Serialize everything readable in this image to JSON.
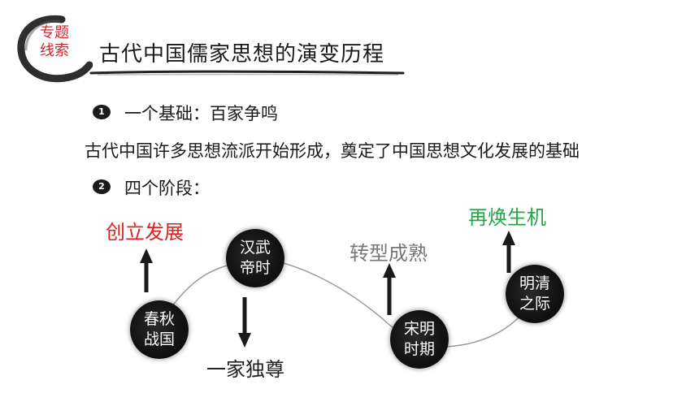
{
  "header": {
    "badge_line1": "专题",
    "badge_line2": "线索",
    "title": "古代中国儒家思想的演变历程"
  },
  "points": {
    "bullet1_number": "1",
    "bullet1_text": "一个基础：百家争鸣",
    "description": "古代中国许多思想流派开始形成，奠定了中国思想文化发展的基础",
    "bullet2_number": "2",
    "bullet2_text": "四个阶段："
  },
  "stages": [
    {
      "line1": "春秋",
      "line2": "战国",
      "label": "创立发展",
      "direction": "up",
      "color": "#e02020"
    },
    {
      "line1": "汉武",
      "line2": "帝时",
      "label": "一家独尊",
      "direction": "down",
      "color": "#222222"
    },
    {
      "line1": "宋明",
      "line2": "时期",
      "label": "转型成熟",
      "direction": "up",
      "color": "#777777"
    },
    {
      "line1": "明清",
      "line2": "之际",
      "label": "再焕生机",
      "direction": "up",
      "color": "#27a54a"
    }
  ]
}
